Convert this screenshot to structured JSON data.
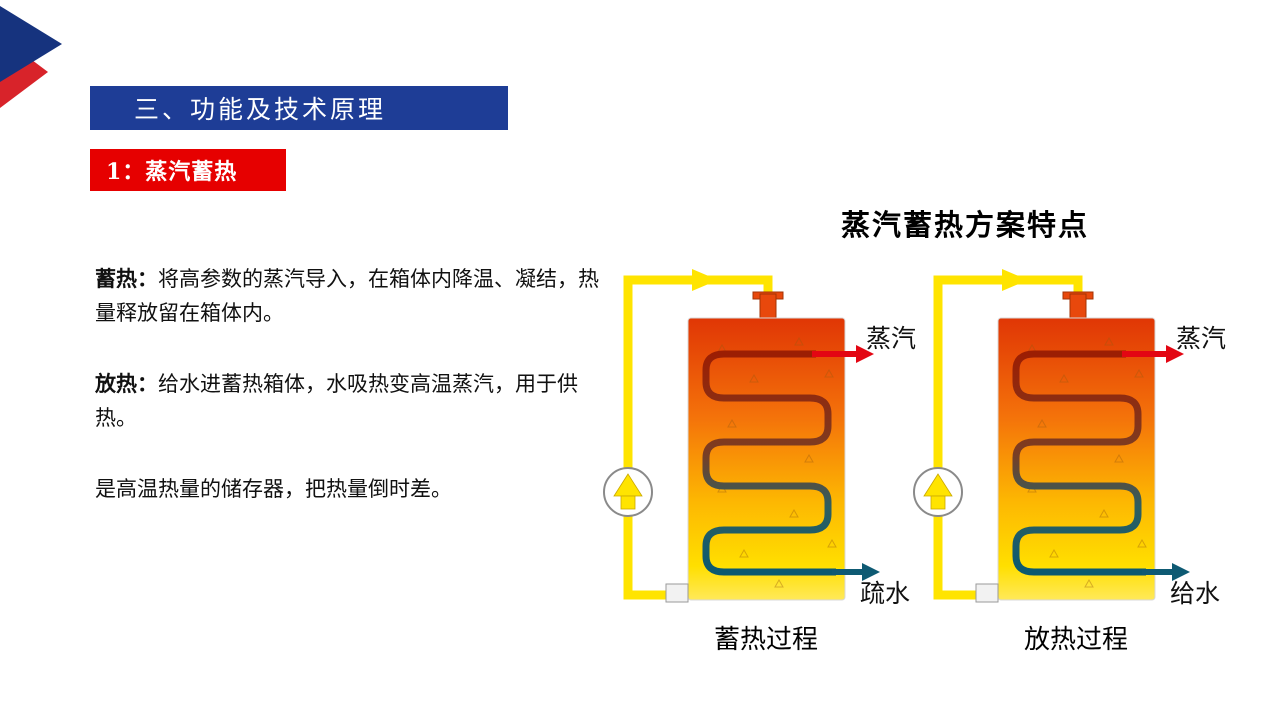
{
  "slide": {
    "section_title": "三、功能及技术原理",
    "subsection_badge": "1：蒸汽蓄热",
    "paragraphs": [
      {
        "lead": "蓄热：",
        "text": "将高参数的蒸汽导入，在箱体内降温、凝结，热量释放留在箱体内。"
      },
      {
        "lead": "放热：",
        "text": "给水进蓄热箱体，水吸热变高温蒸汽，用于供热。"
      },
      {
        "lead": "",
        "text": "是高温热量的储存器，把热量倒时差。"
      }
    ],
    "diagram_title": "蒸汽蓄热方案特点",
    "diagrams": [
      {
        "top_label": "蒸汽",
        "bottom_label": "疏水",
        "caption": "蓄热过程"
      },
      {
        "top_label": "蒸汽",
        "bottom_label": "给水",
        "caption": "放热过程"
      }
    ],
    "colors": {
      "banner_blue": "#1e3d96",
      "badge_red": "#e60000",
      "corner_navy": "#16337e",
      "corner_red": "#d8232a",
      "steam_red": "#e30613",
      "water_teal": "#0e5a73",
      "pipe_yellow": "#ffe400",
      "tank_top": "#e03605",
      "tank_bottom": "#ffe95a"
    }
  }
}
